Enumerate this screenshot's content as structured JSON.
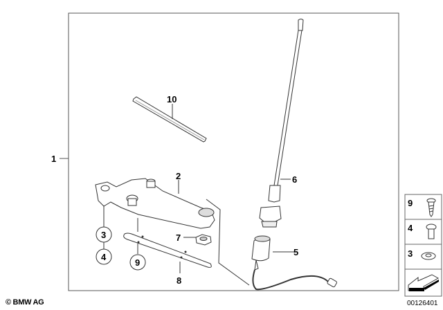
{
  "diagram": {
    "copyright": "© BMW AG",
    "document_id": "00126401",
    "callouts": [
      {
        "id": "1",
        "label": "1"
      },
      {
        "id": "2",
        "label": "2"
      },
      {
        "id": "3",
        "label": "3"
      },
      {
        "id": "4",
        "label": "4"
      },
      {
        "id": "5",
        "label": "5"
      },
      {
        "id": "6",
        "label": "6"
      },
      {
        "id": "7",
        "label": "7"
      },
      {
        "id": "8",
        "label": "8"
      },
      {
        "id": "9",
        "label": "9"
      },
      {
        "id": "10",
        "label": "10"
      }
    ],
    "legend": [
      {
        "label": "9",
        "icon": "self-tapping-screw-icon"
      },
      {
        "label": "4",
        "icon": "bolt-icon"
      },
      {
        "label": "3",
        "icon": "washer-icon"
      },
      {
        "label": "",
        "icon": "direction-arrow-icon"
      }
    ]
  }
}
